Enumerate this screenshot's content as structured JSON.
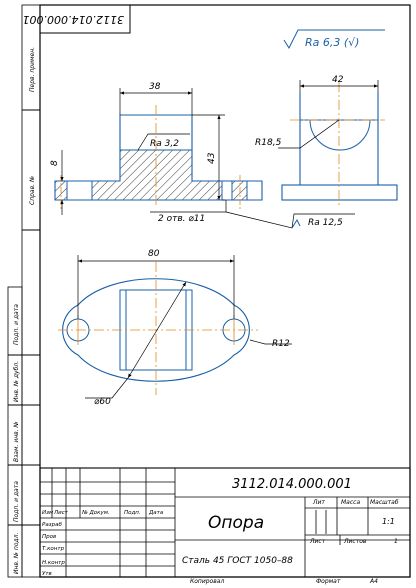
{
  "drawing": {
    "designation": "3112.014.000.001",
    "designation_rotated": "3112.014.000.001",
    "title": "Опора",
    "material": "Сталь 45 ГОСТ 1050–88",
    "scale": "1:1",
    "sheet_label": "Лист",
    "sheets_label": "Листов",
    "sheets_count": "1",
    "lit_label": "Лит",
    "mass_label": "Масса",
    "scale_label": "Масштаб",
    "copied_label": "Копировал",
    "format_label": "Формат",
    "format_value": "А4"
  },
  "title_block": {
    "col_headers": [
      "Изм",
      "Лист",
      "№ Докум.",
      "Подп.",
      "Дата"
    ],
    "row_labels": [
      "Разраб",
      "Пров",
      "Т.контр",
      "",
      "Н.контр",
      "Утв"
    ]
  },
  "side_strip": {
    "labels": [
      "Перв. примен.",
      "Справ. №",
      "Подп. и дата",
      "Инв. № дубл.",
      "Взам. инв. №",
      "Подп. и дата",
      "Инв. № подл."
    ]
  },
  "annotations": {
    "roughness_general": "Ra 6,3 (√)",
    "roughness_inner": "Ra 3,2",
    "roughness_bottom": "Ra 12,5",
    "dim_width_boss": "38",
    "dim_height": "43",
    "dim_flange_thickness": "8",
    "dim_holes": "2 отв. ⌀11",
    "dim_side_width": "42",
    "dim_radius_side": "R18,5",
    "dim_length": "80",
    "dim_radius_lug": "R12",
    "dim_diameter": "⌀60"
  },
  "colors": {
    "frame": "#000000",
    "outline": "#1a5fa8",
    "center": "#e08a1e",
    "hatch": "#000000"
  }
}
